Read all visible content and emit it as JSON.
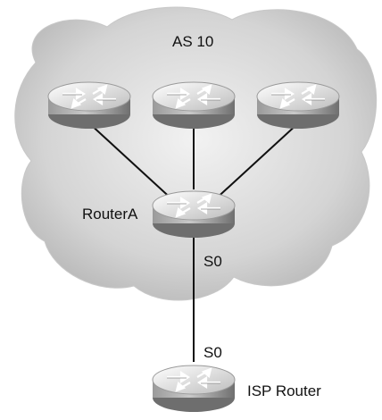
{
  "diagram": {
    "as_label": "AS 10",
    "router_a_label": "RouterA",
    "isp_router_label": "ISP Router",
    "interface_upper_label": "S0",
    "interface_lower_label": "S0"
  },
  "colors": {
    "cloud_fill": "#d9d9d9",
    "router_top": "#d8d8d8",
    "router_side": "#8a8a8a",
    "link": "#111111"
  },
  "icons": {
    "router": "router-icon",
    "cloud": "cloud-shape"
  }
}
